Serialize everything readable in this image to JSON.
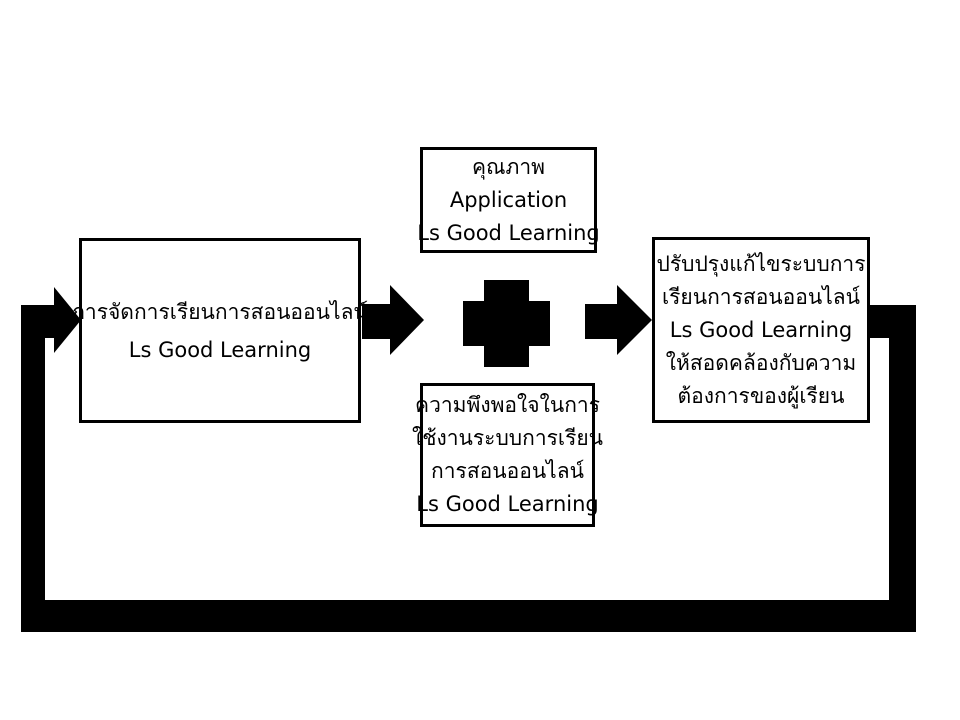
{
  "diagram": {
    "type": "process-flow-with-feedback-loop",
    "background_color": "#ffffff",
    "shape_color": "#000000",
    "text_color": "#000000",
    "boxes": {
      "input": {
        "lines": [
          "การจัดการเรียนการสอนออนไลน์",
          "Ls Good Learning"
        ]
      },
      "quality": {
        "lines": [
          "คุณภาพ",
          "Application",
          "Ls Good Learning"
        ]
      },
      "satisfaction": {
        "lines": [
          "ความพึงพอใจในการ",
          "ใช้งานระบบการเรียน",
          "การสอนออนไลน์",
          "Ls Good Learning"
        ]
      },
      "output": {
        "lines": [
          "ปรับปรุงแก้ไขระบบการ",
          "เรียนการสอนออนไลน์",
          "Ls Good Learning",
          "ให้สอดคล้องกับความ",
          "ต้องการของผู้เรียน"
        ]
      }
    },
    "connectors": {
      "input_to_junction": "block-right-arrow-icon",
      "junction": "plus-junction-icon",
      "junction_to_output": "block-right-arrow-icon",
      "feedback": "feedback-loop-bent-arrow-icon"
    }
  }
}
